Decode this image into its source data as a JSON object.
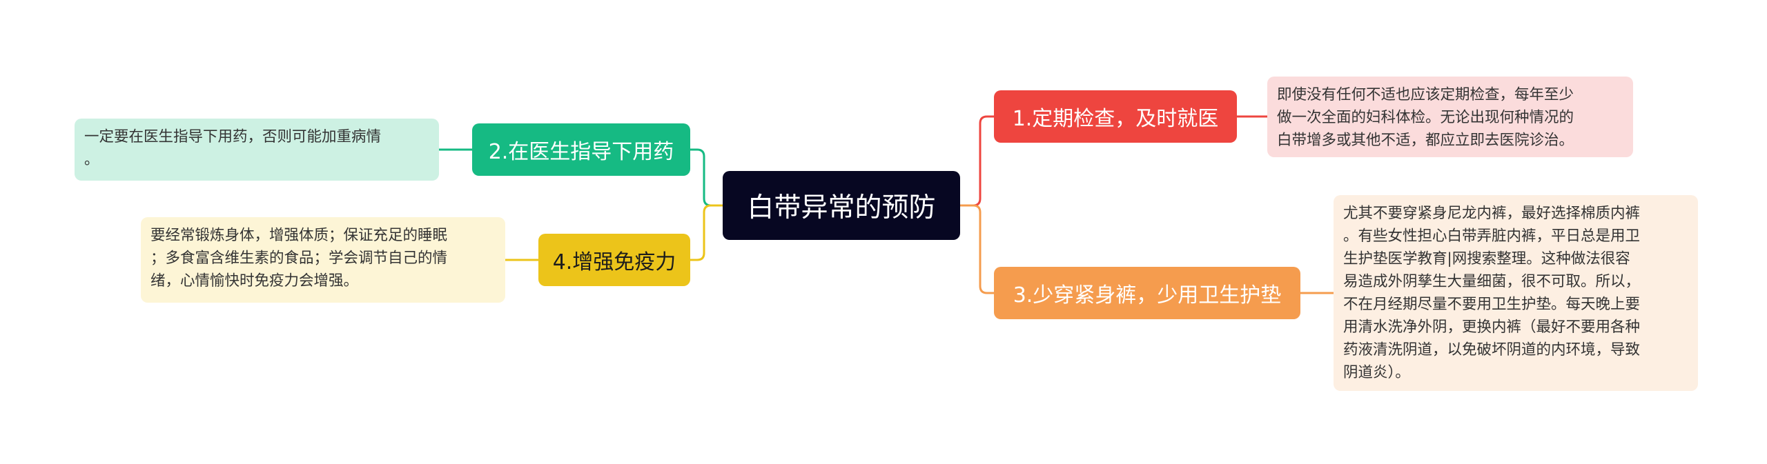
{
  "mindmap": {
    "root": {
      "label": "白带异常的预防"
    },
    "branches": [
      {
        "label": "1.定期检查，及时就医",
        "color": "#ee453f",
        "note_color": "#fbdcdc",
        "note_lines": [
          "即使没有任何不适也应该定期检查，每年至少",
          "做一次全面的妇科体检。无论出现何种情况的",
          "白带增多或其他不适，都应立即去医院诊治。"
        ]
      },
      {
        "label": "2.在医生指导下用药",
        "color": "#16ba83",
        "note_color": "#cdf1e3",
        "note_lines": [
          "一定要在医生指导下用药，否则可能加重病情",
          "。"
        ]
      },
      {
        "label": "3.少穿紧身裤，少用卫生护垫",
        "color": "#f59c4e",
        "note_color": "#fdefe2",
        "note_lines": [
          "尤其不要穿紧身尼龙内裤，最好选择棉质内裤",
          "。有些女性担心白带弄脏内裤，平日总是用卫",
          "生护垫医学教育|网搜索整理。这种做法很容",
          "易造成外阴孳生大量细菌，很不可取。所以，",
          "不在月经期尽量不要用卫生护垫。每天晚上要",
          "用清水洗净外阴，更换内裤（最好不要用各种",
          "药液清洗阴道，以免破坏阴道的内环境，导致",
          "阴道炎）。"
        ]
      },
      {
        "label": "4.增强免疫力",
        "color": "#ecc41a",
        "note_color": "#fdf5d6",
        "note_lines": [
          "要经常锻炼身体，增强体质；保证充足的睡眠",
          "；多食富含维生素的食品；学会调节自己的情",
          "绪，心情愉快时免疫力会增强。"
        ]
      }
    ]
  }
}
